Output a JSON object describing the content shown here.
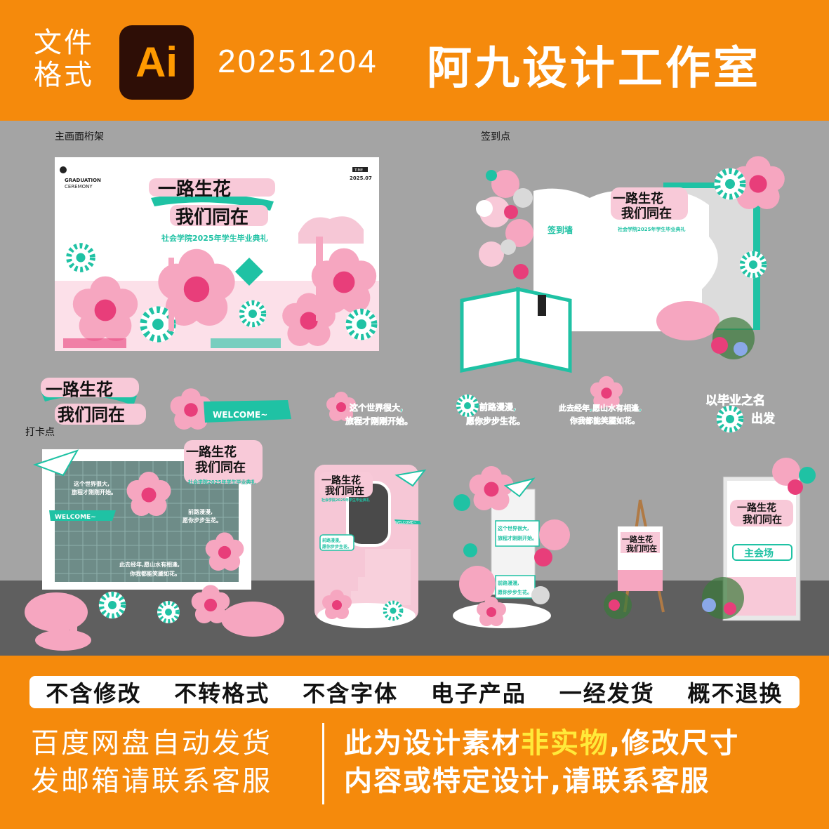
{
  "header": {
    "format_label_1": "文件",
    "format_label_2": "格式",
    "app_badge": "Ai",
    "date_code": "20251204",
    "studio_name": "阿九设计工作室"
  },
  "canvas": {
    "label_main": "主画面桁架",
    "label_signin": "签到点",
    "label_checkin": "打卡点",
    "graduation": "GRADUATION",
    "ceremony": "CEREMONY",
    "time_label": "TIME",
    "time_value": "2025.07",
    "title_line1": "一路生花",
    "title_line2": "我们同在",
    "subtitle": "社会学院2025年学生毕业典礼",
    "signin_wall": "签到墙",
    "welcome": "WELCOME~",
    "quote1_a": "这个世界很大,",
    "quote1_b": "旅程才刚刚开始。",
    "quote2_a": "前路漫漫,",
    "quote2_b": "愿你步步生花。",
    "quote3_a": "此去经年,愿山水有相逢,",
    "quote3_b": "你我都能笑靥如花。",
    "quote4_a": "以毕业之名",
    "quote4_b": "出发",
    "main_venue": "主会场"
  },
  "notice": [
    "不含修改",
    "不转格式",
    "不含字体",
    "电子产品",
    "一经发货",
    "概不退换"
  ],
  "footer": {
    "left_line1": "百度网盘自动发货",
    "left_line2": "发邮箱请联系客服",
    "right_line1_a": "此为设计素材",
    "right_line1_hl": "非实物",
    "right_line1_b": ",修改尺寸",
    "right_line2": "内容或特定设计,请联系客服"
  },
  "colors": {
    "orange": "#f58a0c",
    "teal": "#1fc2a4",
    "pink": "#f6a6c0",
    "hotpink": "#e83e7a",
    "highlight": "#ffea3a"
  }
}
